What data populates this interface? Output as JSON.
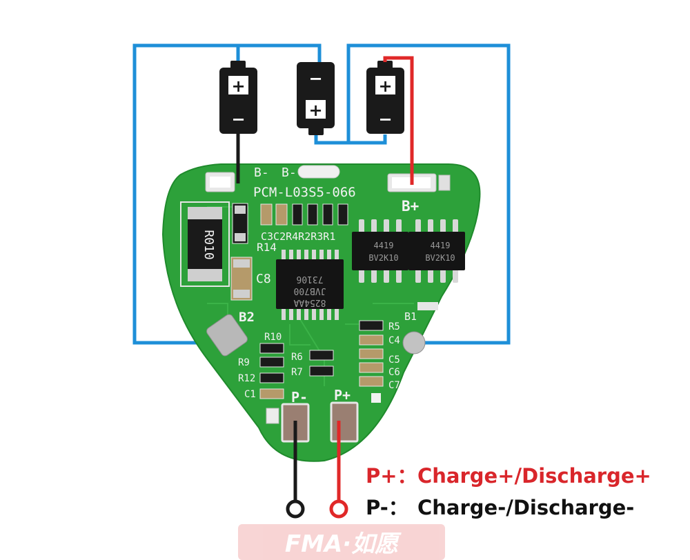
{
  "board": {
    "model": "PCM-L03S5-066",
    "b_minus_1": "B-",
    "b_minus_2": "B-",
    "b_plus": "B+",
    "b2": "B2",
    "b1": "B1",
    "p_minus": "P-",
    "p_plus": "P+",
    "resistor_main": "R010",
    "r14": "R14",
    "c8": "C8",
    "top_labels": "C3C2R4R2R3R1",
    "r10": "R10",
    "r9": "R9",
    "r12": "R12",
    "c1": "C1",
    "r6": "R6",
    "r7": "R7",
    "r5": "R5",
    "c4": "C4",
    "c5": "C5",
    "c6": "C6",
    "c7": "C7",
    "ic_line1": "8254AA",
    "ic_line2": "JVB700",
    "ic_line3": "73106",
    "mosfet_line1": "4419",
    "mosfet_line2": "BV2K10",
    "mosfet2_line1": "4419",
    "mosfet2_line2": "BV2K10"
  },
  "legend": {
    "p_plus_label": "P+：",
    "p_plus_text": "Charge+/Discharge+",
    "p_minus_label": "P-：",
    "p_minus_text": "Charge-/Discharge-"
  },
  "watermark": "FMA·如愿",
  "colors": {
    "pcb": "#2da13a",
    "wire_blue": "#1e8fd8",
    "wire_red": "#e02828",
    "wire_black": "#1a1a1a",
    "legend_red": "#d9262b"
  }
}
